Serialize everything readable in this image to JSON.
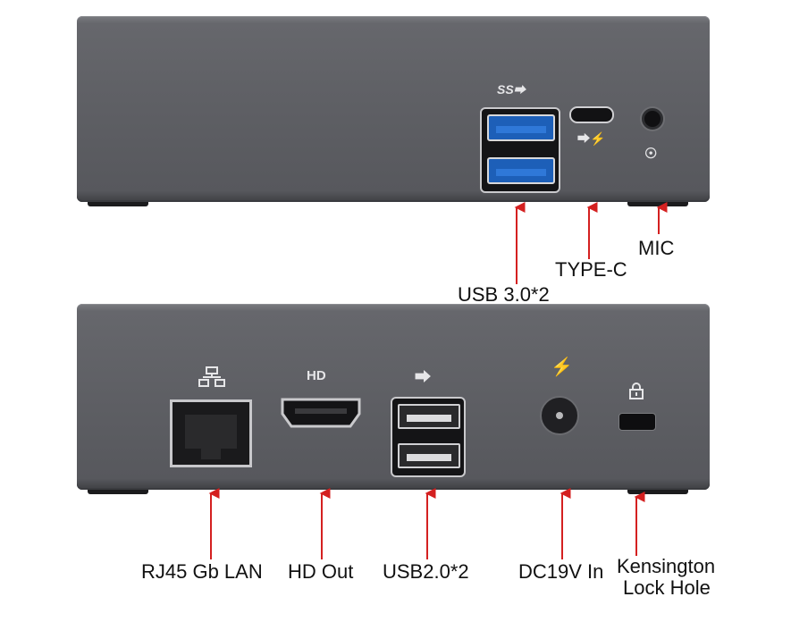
{
  "top_labels": {
    "usb3": "USB 3.0*2",
    "typec": "TYPE-C",
    "mic": "MIC"
  },
  "bottom_labels": {
    "rj45": "RJ45 Gb LAN",
    "hdout": "HD Out",
    "usb2": "USB2.0*2",
    "dc": "DC19V In",
    "kensington_line1": "Kensington",
    "kensington_line2": "Lock Hole"
  },
  "icons": {
    "superspeed": "SS",
    "hd": "HD"
  },
  "colors": {
    "arrow": "#d42020",
    "chassis": "#5e5f64",
    "usb3_blue": "#1d5fb8"
  }
}
